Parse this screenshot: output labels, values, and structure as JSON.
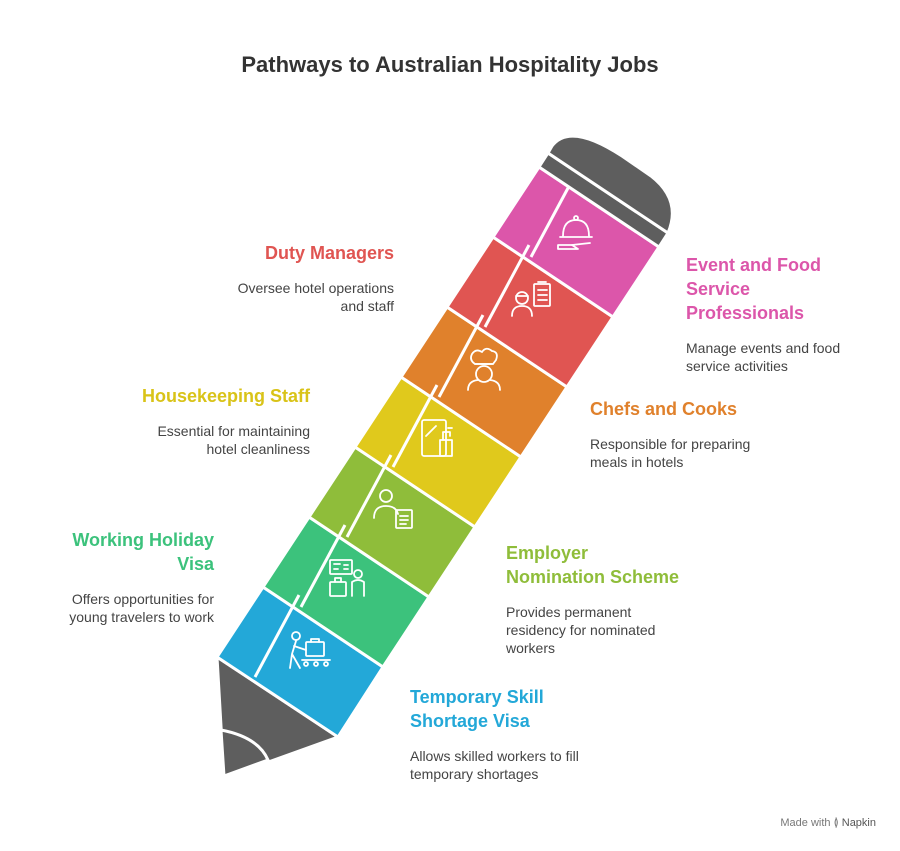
{
  "title": "Pathways to Australian Hospitality Jobs",
  "items": [
    {
      "heading": "Temporary Skill Shortage Visa",
      "heading_lines": [
        "Temporary Skill",
        "Shortage Visa"
      ],
      "description_lines": [
        "Allows skilled workers to fill",
        "temporary shortages"
      ],
      "color": "#23a8d8",
      "icon": "worker-luggage-conveyor-icon"
    },
    {
      "heading": "Working Holiday Visa",
      "heading_lines": [
        "Working Holiday",
        "Visa"
      ],
      "description_lines": [
        "Offers opportunities for",
        "young travelers to work"
      ],
      "color": "#3cc27c",
      "icon": "traveler-id-card-icon"
    },
    {
      "heading": "Employer Nomination Scheme",
      "heading_lines": [
        "Employer",
        "Nomination Scheme"
      ],
      "description_lines": [
        "Provides permanent",
        "residency for nominated",
        "workers"
      ],
      "color": "#8fbd3a",
      "icon": "employee-document-icon"
    },
    {
      "heading": "Housekeeping Staff",
      "heading_lines": [
        "Housekeeping Staff"
      ],
      "description_lines": [
        "Essential for maintaining",
        "hotel cleanliness"
      ],
      "color": "#e0c91c",
      "icon": "cleaning-spray-icon"
    },
    {
      "heading": "Chefs and Cooks",
      "heading_lines": [
        "Chefs and Cooks"
      ],
      "description_lines": [
        "Responsible for preparing",
        "meals in hotels"
      ],
      "color": "#e0812c",
      "icon": "chef-hat-icon"
    },
    {
      "heading": "Duty Managers",
      "heading_lines": [
        "Duty Managers"
      ],
      "description_lines": [
        "Oversee hotel operations",
        "and staff"
      ],
      "color": "#e05552",
      "icon": "manager-clipboard-icon"
    },
    {
      "heading": "Event and Food Service Professionals",
      "heading_lines": [
        "Event and Food",
        "Service",
        "Professionals"
      ],
      "description_lines": [
        "Manage events and food",
        "service activities"
      ],
      "color": "#dc56aa",
      "icon": "food-cloche-icon"
    }
  ],
  "footer": {
    "prefix": "Made with",
    "brand": "Napkin"
  }
}
